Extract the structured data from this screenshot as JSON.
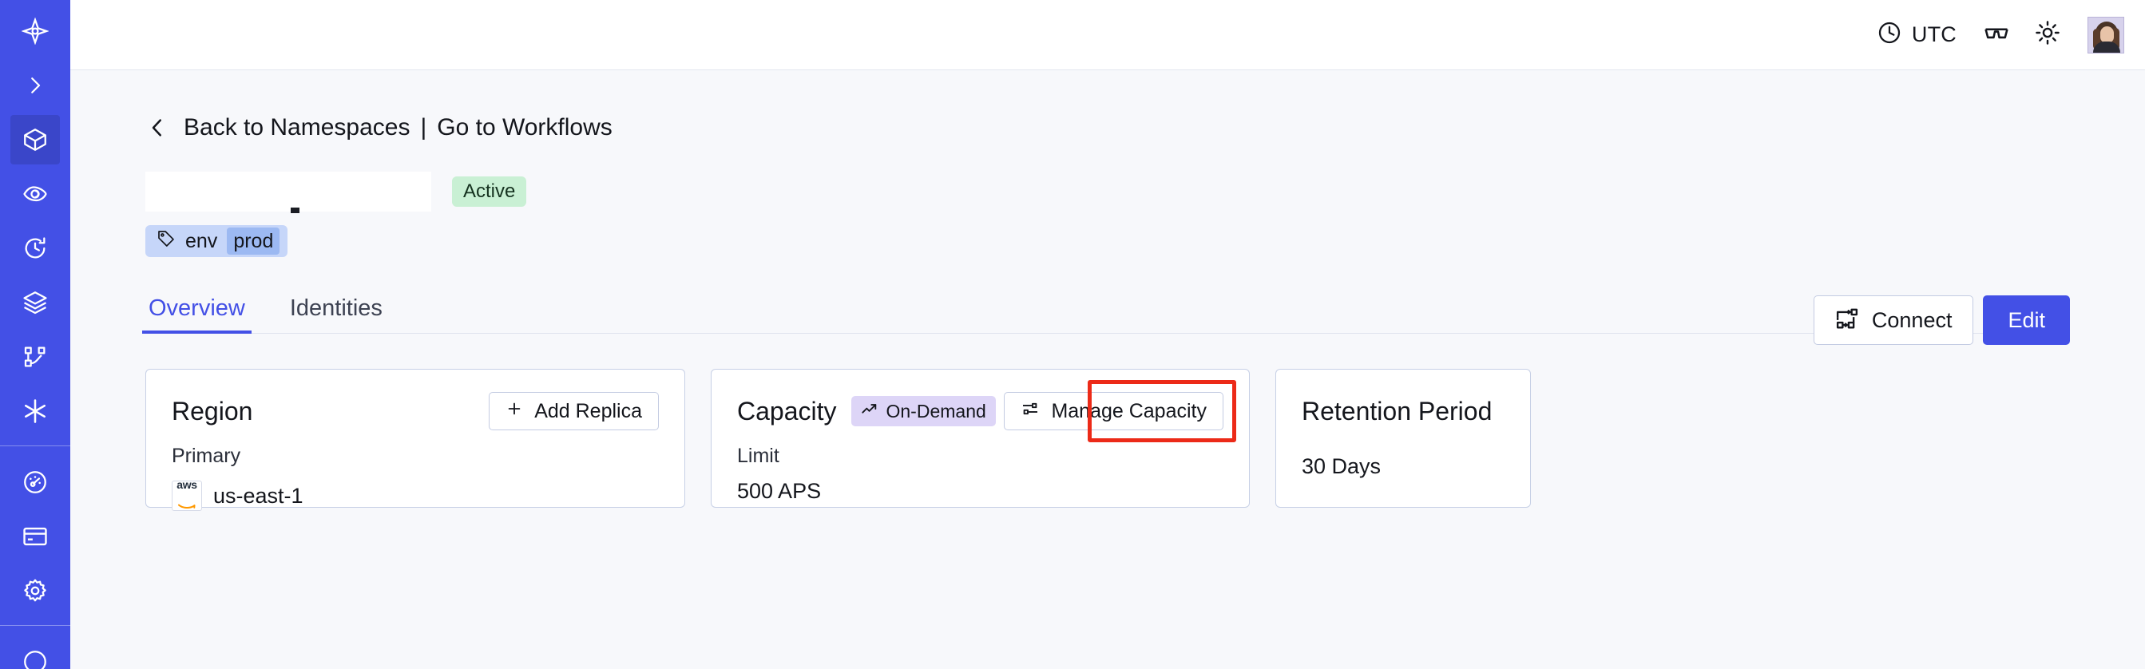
{
  "sidebar": {
    "items": [
      {
        "name": "logo",
        "icon": "temporal-logo-icon",
        "active": false
      },
      {
        "name": "expand",
        "icon": "chevron-right-icon",
        "active": false
      },
      {
        "name": "namespaces",
        "icon": "cube-icon",
        "active": true
      },
      {
        "name": "observability",
        "icon": "eye-icon",
        "active": false
      },
      {
        "name": "schedules",
        "icon": "clock-rewind-icon",
        "active": false
      },
      {
        "name": "layers",
        "icon": "layers-icon",
        "active": false
      },
      {
        "name": "workflows",
        "icon": "nodes-icon",
        "active": false
      },
      {
        "name": "integrations",
        "icon": "asterisk-icon",
        "active": false
      },
      {
        "name": "usage",
        "icon": "gauge-icon",
        "active": false
      },
      {
        "name": "billing",
        "icon": "credit-card-icon",
        "active": false
      },
      {
        "name": "settings",
        "icon": "gear-icon",
        "active": false
      }
    ]
  },
  "topbar": {
    "timezone": "UTC",
    "clock_icon": "clock-icon",
    "glasses_icon": "glasses-icon",
    "theme_icon": "sun-icon",
    "avatar_icon": "user-avatar"
  },
  "breadcrumb": {
    "back_icon": "chevron-left-icon",
    "back_label": "Back to Namespaces",
    "separator": "|",
    "forward_label": "Go to Workflows"
  },
  "header": {
    "namespace_title": "",
    "status": "Active",
    "tag": {
      "icon": "tag-icon",
      "key": "env",
      "value": "prod"
    },
    "connect_label": "Connect",
    "connect_icon": "connect-icon",
    "edit_label": "Edit"
  },
  "tabs": [
    {
      "label": "Overview",
      "active": true
    },
    {
      "label": "Identities",
      "active": false
    }
  ],
  "cards": {
    "region": {
      "title": "Region",
      "action_label": "Add Replica",
      "action_icon": "plus-icon",
      "sub_label": "Primary",
      "provider_icon": "aws-logo",
      "value": "us-east-1"
    },
    "capacity": {
      "title": "Capacity",
      "badge_label": "On-Demand",
      "badge_icon": "trending-up-icon",
      "action_label": "Manage Capacity",
      "action_icon": "sliders-icon",
      "sub_label": "Limit",
      "value": "500 APS",
      "highlighted": true
    },
    "retention": {
      "title": "Retention Period",
      "value": "30 Days"
    }
  },
  "colors": {
    "brand": "#4350e6",
    "sidebar": "#4350e6",
    "page_bg": "#f7f8fb",
    "status_badge_bg": "#c9f0d4",
    "tag_bg": "#c6d6f9",
    "tag_value_bg": "#9cb9f2",
    "ondemand_badge_bg": "#ddd5f7",
    "highlight": "#ec2a18"
  }
}
